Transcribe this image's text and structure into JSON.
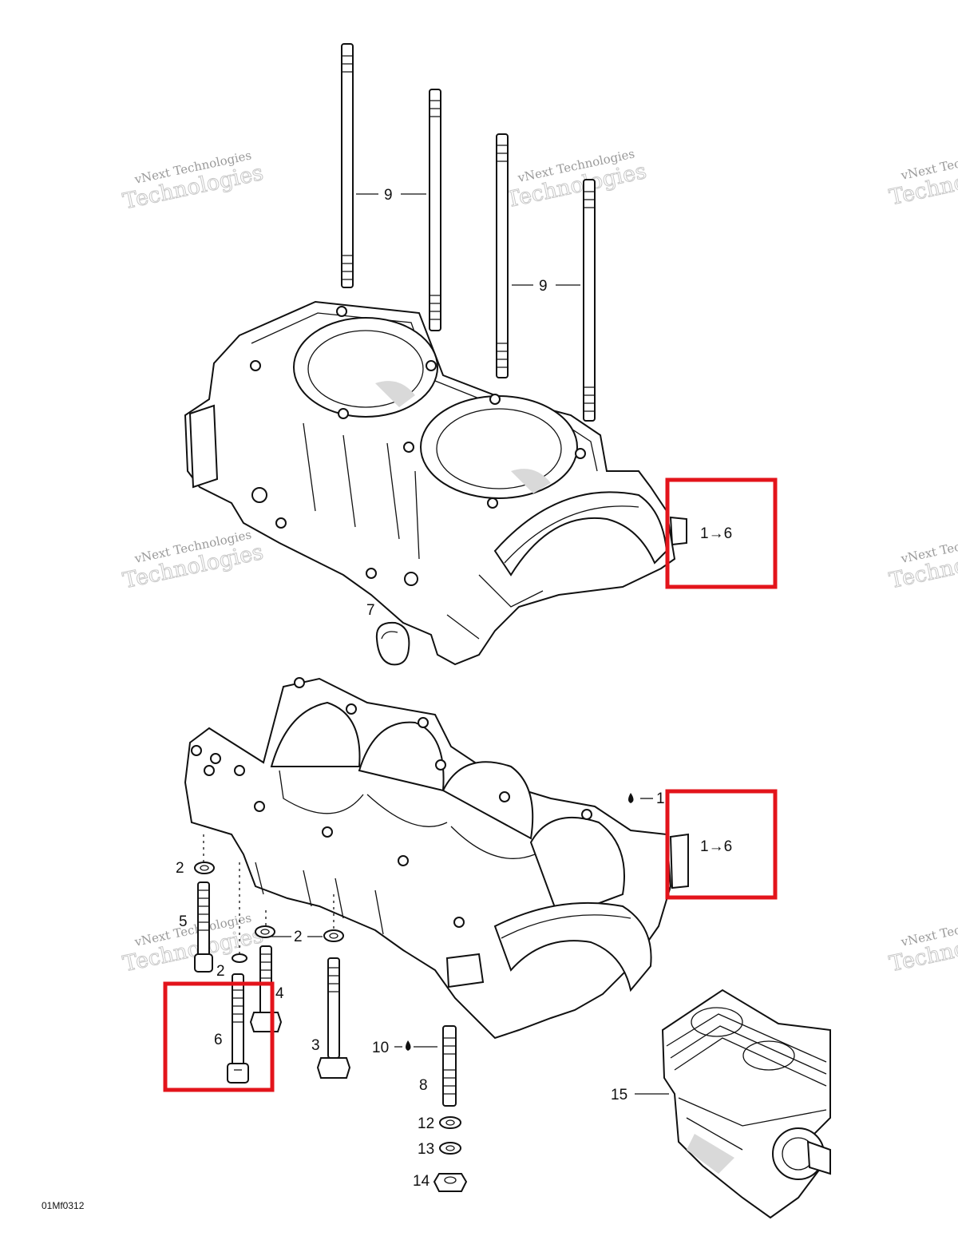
{
  "figure_code": "01Mf0312",
  "watermark": {
    "line1": "vNext Technologies",
    "line2": "Technologies"
  },
  "callouts": {
    "upper_range": "1→6",
    "lower_range": "1→6",
    "c1": "1",
    "c2a": "2",
    "c2b": "2",
    "c2c": "2",
    "c3": "3",
    "c4": "4",
    "c5": "5",
    "c6": "6",
    "c7": "7",
    "c8": "8",
    "c9a": "9",
    "c9b": "9",
    "c10": "10",
    "c12": "12",
    "c13": "13",
    "c14": "14",
    "c15": "15"
  },
  "colors": {
    "highlight": "#e3141b",
    "linework": "#111111",
    "watermark": "#bbbbbb"
  }
}
